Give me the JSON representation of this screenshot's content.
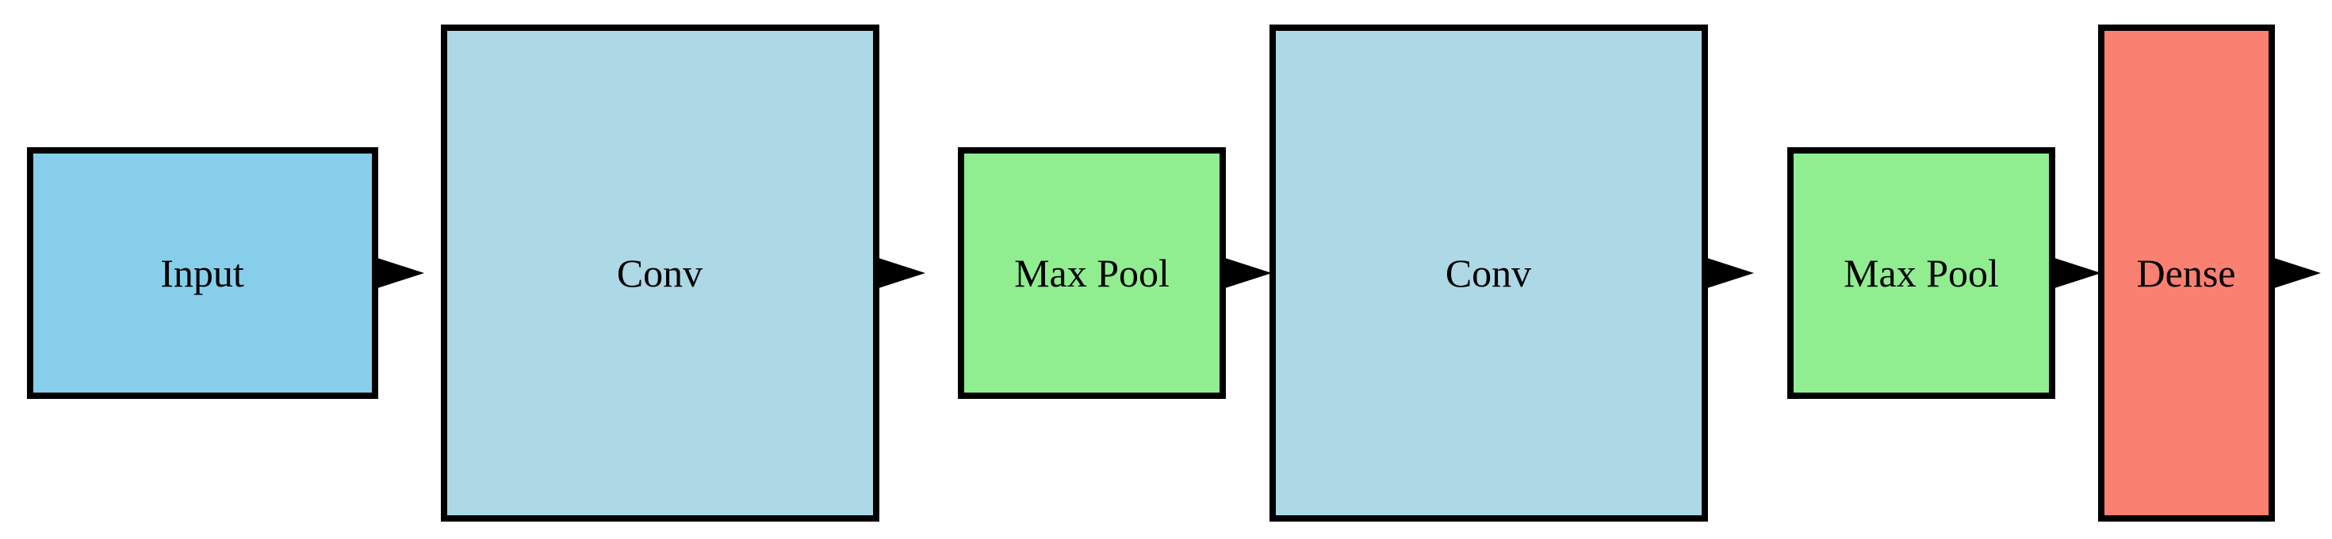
{
  "diagram": {
    "nodes": [
      {
        "id": "input",
        "label": "Input",
        "fill": "#87ceeb"
      },
      {
        "id": "conv1",
        "label": "Conv",
        "fill": "#add8e6"
      },
      {
        "id": "maxpool1",
        "label": "Max Pool",
        "fill": "#90ee90"
      },
      {
        "id": "conv2",
        "label": "Conv",
        "fill": "#add8e6"
      },
      {
        "id": "maxpool2",
        "label": "Max Pool",
        "fill": "#90ee90"
      },
      {
        "id": "dense",
        "label": "Dense",
        "fill": "#fa8072"
      }
    ],
    "edges": [
      {
        "from": "input",
        "to": "conv1"
      },
      {
        "from": "conv1",
        "to": "maxpool1"
      },
      {
        "from": "maxpool1",
        "to": "conv2"
      },
      {
        "from": "conv2",
        "to": "maxpool2"
      },
      {
        "from": "maxpool2",
        "to": "dense"
      },
      {
        "from": "dense",
        "to": ""
      }
    ],
    "colors": {
      "stroke": "#000000",
      "arrow": "#000000"
    }
  }
}
